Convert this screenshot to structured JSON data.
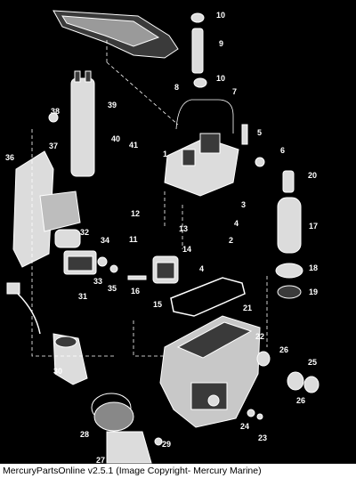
{
  "callouts": [
    "1",
    "2",
    "3",
    "4",
    "4",
    "5",
    "6",
    "7",
    "8",
    "9",
    "10",
    "10",
    "11",
    "12",
    "13",
    "14",
    "15",
    "16",
    "17",
    "18",
    "19",
    "20",
    "21",
    "22",
    "23",
    "24",
    "25",
    "26",
    "26",
    "27",
    "28",
    "29",
    "30",
    "31",
    "32",
    "33",
    "34",
    "35",
    "36",
    "37",
    "38",
    "39",
    "40",
    "41"
  ],
  "footer": {
    "caption": "MercuryPartsOnline v2.5.1 (Image Copyright- Mercury Marine)"
  }
}
